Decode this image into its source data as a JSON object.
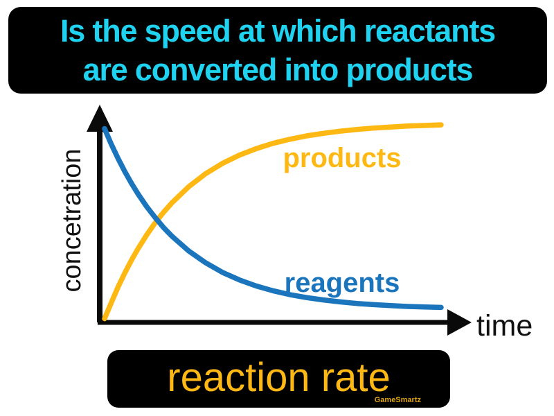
{
  "banner": {
    "line1": "Is the speed at which reactants",
    "line2": "are converted into products",
    "text_color": "#1ed2f0",
    "bg_color": "#000000"
  },
  "term": {
    "label": "reaction rate",
    "text_color": "#fdb813",
    "bg_color": "#000000"
  },
  "watermark": {
    "text": "GameSmartz",
    "color": "#dfa50f"
  },
  "chart_data": {
    "type": "line",
    "xlabel": "time",
    "ylabel": "concetration",
    "xlim": [
      0,
      1
    ],
    "ylim": [
      0,
      1
    ],
    "grid": false,
    "legend": "inline-labels",
    "axes_color": "#000000",
    "note": "qualitative sketch; values estimated from curves, normalized 0-1",
    "x": [
      0,
      0.02,
      0.04,
      0.06,
      0.08,
      0.1,
      0.125,
      0.15,
      0.175,
      0.2,
      0.25,
      0.3,
      0.35,
      0.4,
      0.45,
      0.5,
      0.55,
      0.6,
      0.65,
      0.7,
      0.75,
      0.8,
      0.85,
      0.9,
      0.95,
      1.0
    ],
    "series": [
      {
        "name": "products",
        "color": "#fdb813",
        "values": [
          0.005,
          0.086,
          0.165,
          0.237,
          0.302,
          0.362,
          0.43,
          0.491,
          0.545,
          0.593,
          0.675,
          0.741,
          0.793,
          0.835,
          0.868,
          0.895,
          0.916,
          0.933,
          0.946,
          0.957,
          0.966,
          0.973,
          0.978,
          0.983,
          0.986,
          0.989
        ]
      },
      {
        "name": "reagents",
        "color": "#1b75bc",
        "values": [
          0.97,
          0.891,
          0.819,
          0.752,
          0.692,
          0.637,
          0.574,
          0.519,
          0.468,
          0.424,
          0.349,
          0.289,
          0.24,
          0.202,
          0.171,
          0.147,
          0.127,
          0.112,
          0.1,
          0.09,
          0.082,
          0.076,
          0.071,
          0.067,
          0.064,
          0.062
        ]
      }
    ]
  }
}
